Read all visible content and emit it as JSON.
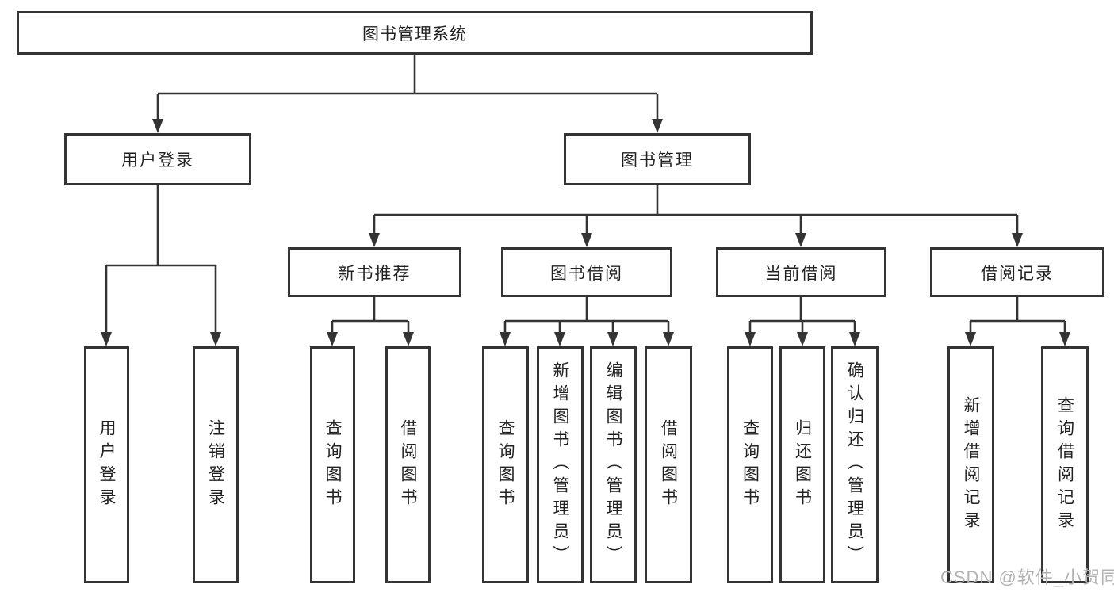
{
  "diagram": {
    "root": {
      "label": "图书管理系统"
    },
    "user_login": {
      "label": "用户登录",
      "children": [
        {
          "label": "用户登录"
        },
        {
          "label": "注销登录"
        }
      ]
    },
    "book_management": {
      "label": "图书管理",
      "sections": [
        {
          "label": "新书推荐",
          "children": [
            {
              "label": "查询图书"
            },
            {
              "label": "借阅图书"
            }
          ]
        },
        {
          "label": "图书借阅",
          "children": [
            {
              "label": "查询图书"
            },
            {
              "label": "新增图书（管理员）"
            },
            {
              "label": "编辑图书（管理员）"
            },
            {
              "label": "借阅图书"
            }
          ]
        },
        {
          "label": "当前借阅",
          "children": [
            {
              "label": "查询图书"
            },
            {
              "label": "归还图书"
            },
            {
              "label": "确认归还（管理员）"
            }
          ]
        },
        {
          "label": "借阅记录",
          "children": [
            {
              "label": "新增借阅记录"
            },
            {
              "label": "查询借阅记录"
            }
          ]
        }
      ]
    }
  },
  "watermark": {
    "text": "CSDN @软件_小贺同学"
  },
  "colors": {
    "line": "#343434",
    "text": "#222222",
    "background": "#ffffff",
    "watermark": "#b3b3b3"
  }
}
